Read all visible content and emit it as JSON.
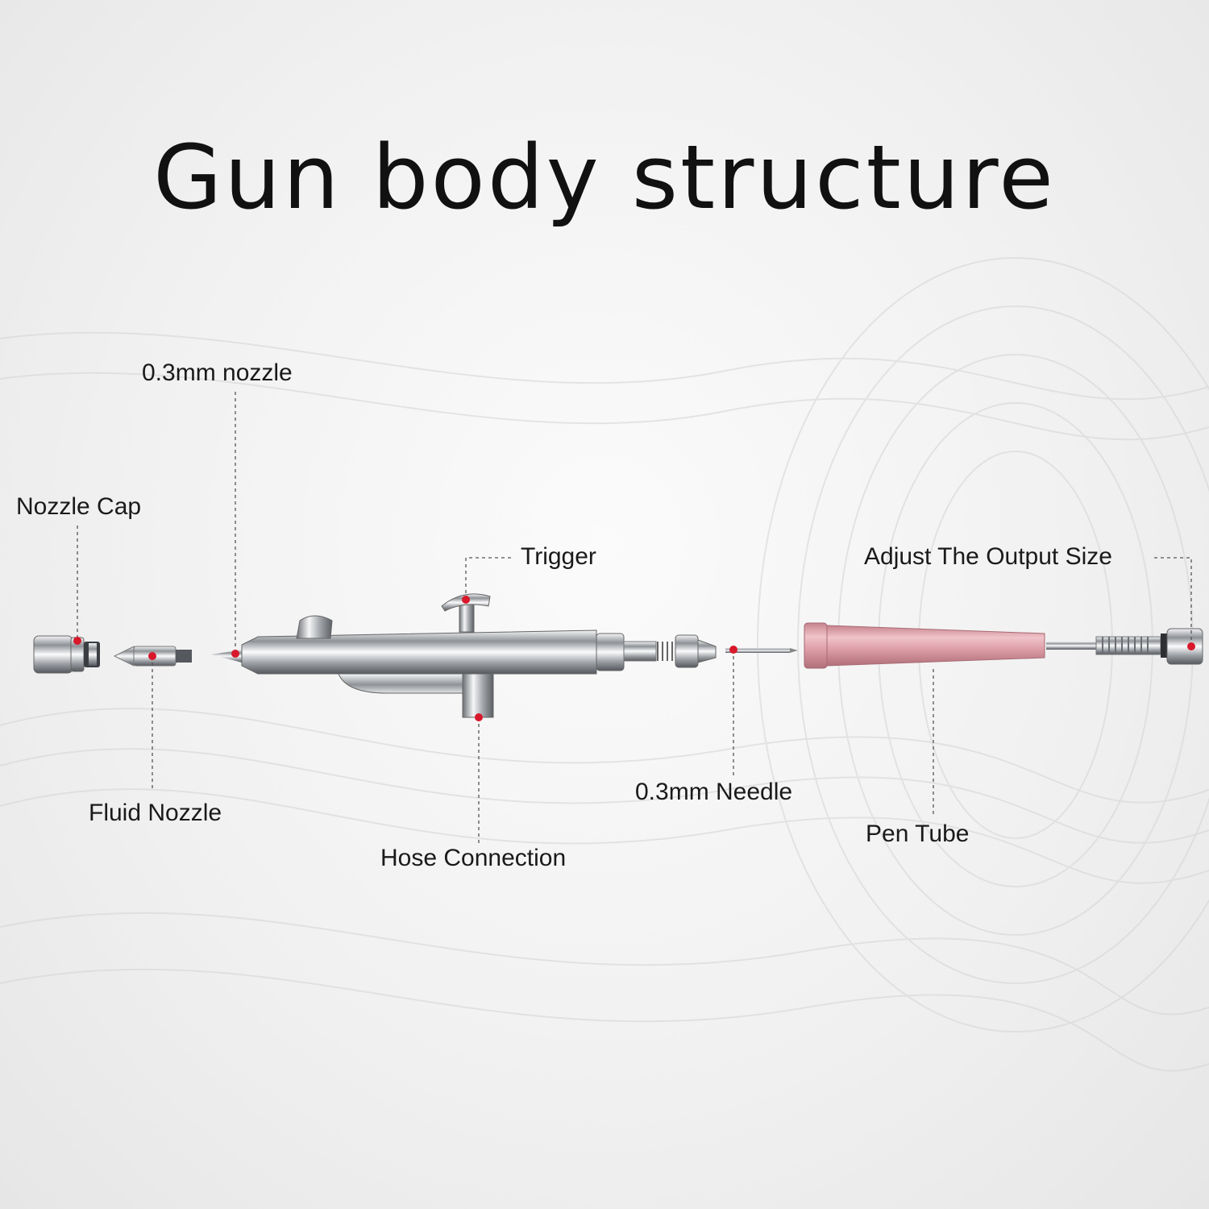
{
  "title": "Gun body structure",
  "labels": {
    "nozzle_03": "0.3mm nozzle",
    "nozzle_cap": "Nozzle Cap",
    "trigger": "Trigger",
    "adjust_output": "Adjust The Output Size",
    "fluid_nozzle": "Fluid Nozzle",
    "hose_connection": "Hose Connection",
    "needle_03": "0.3mm Needle",
    "pen_tube": "Pen Tube"
  },
  "colors": {
    "marker": "#d8182b",
    "pen_tube": "#e3a9b1",
    "chrome": "#b9bcc0",
    "leader": "#555555"
  }
}
